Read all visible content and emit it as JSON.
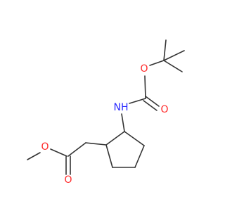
{
  "atoms": {
    "ester_methyl_oxygen": {
      "text": "O",
      "color": "#ff2a2a"
    },
    "ester_carbonyl_oxygen": {
      "text": "O",
      "color": "#ff2a2a"
    },
    "amide_nitrogen": {
      "text": "NH",
      "color": "#2a2aff"
    },
    "boc_ether_oxygen": {
      "text": "O",
      "color": "#ff2a2a"
    },
    "boc_carbonyl_oxygen": {
      "text": "O",
      "color": "#ff2a2a"
    }
  }
}
